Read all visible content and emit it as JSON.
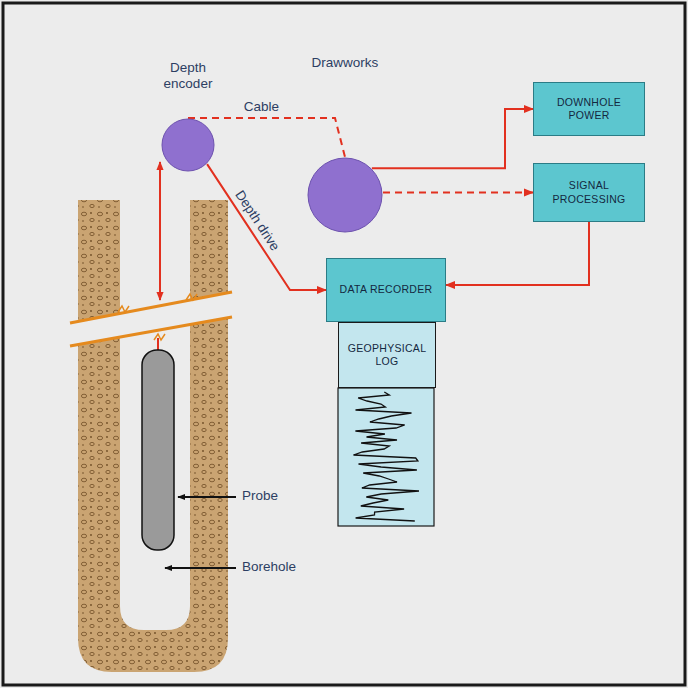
{
  "diagram": {
    "nodes": [
      {
        "text": [
          "Depth encoder"
        ]
      },
      {
        "text": [
          "Drawworks"
        ]
      },
      {
        "text": [
          "DOWNHOLE POWER"
        ]
      },
      {
        "text": [
          "SIGNAL PROCESSING"
        ]
      },
      {
        "text": [
          "DATA RECORDER"
        ]
      },
      {
        "text": [
          "GEOPHYSICAL LOG"
        ]
      }
    ],
    "edges": [
      {
        "from": 0,
        "to": 1,
        "label": "Cable",
        "arrow": "none"
      },
      {
        "from": 0,
        "to": 4,
        "label": "Depth drive",
        "arrow": "to"
      },
      {
        "from": 1,
        "to": 2,
        "arrow": "to"
      },
      {
        "from": 1,
        "to": 3,
        "arrow": "to"
      },
      {
        "from": 3,
        "to": 4,
        "arrow": "to"
      }
    ],
    "labels": [
      "Probe",
      "Borehole"
    ]
  }
}
